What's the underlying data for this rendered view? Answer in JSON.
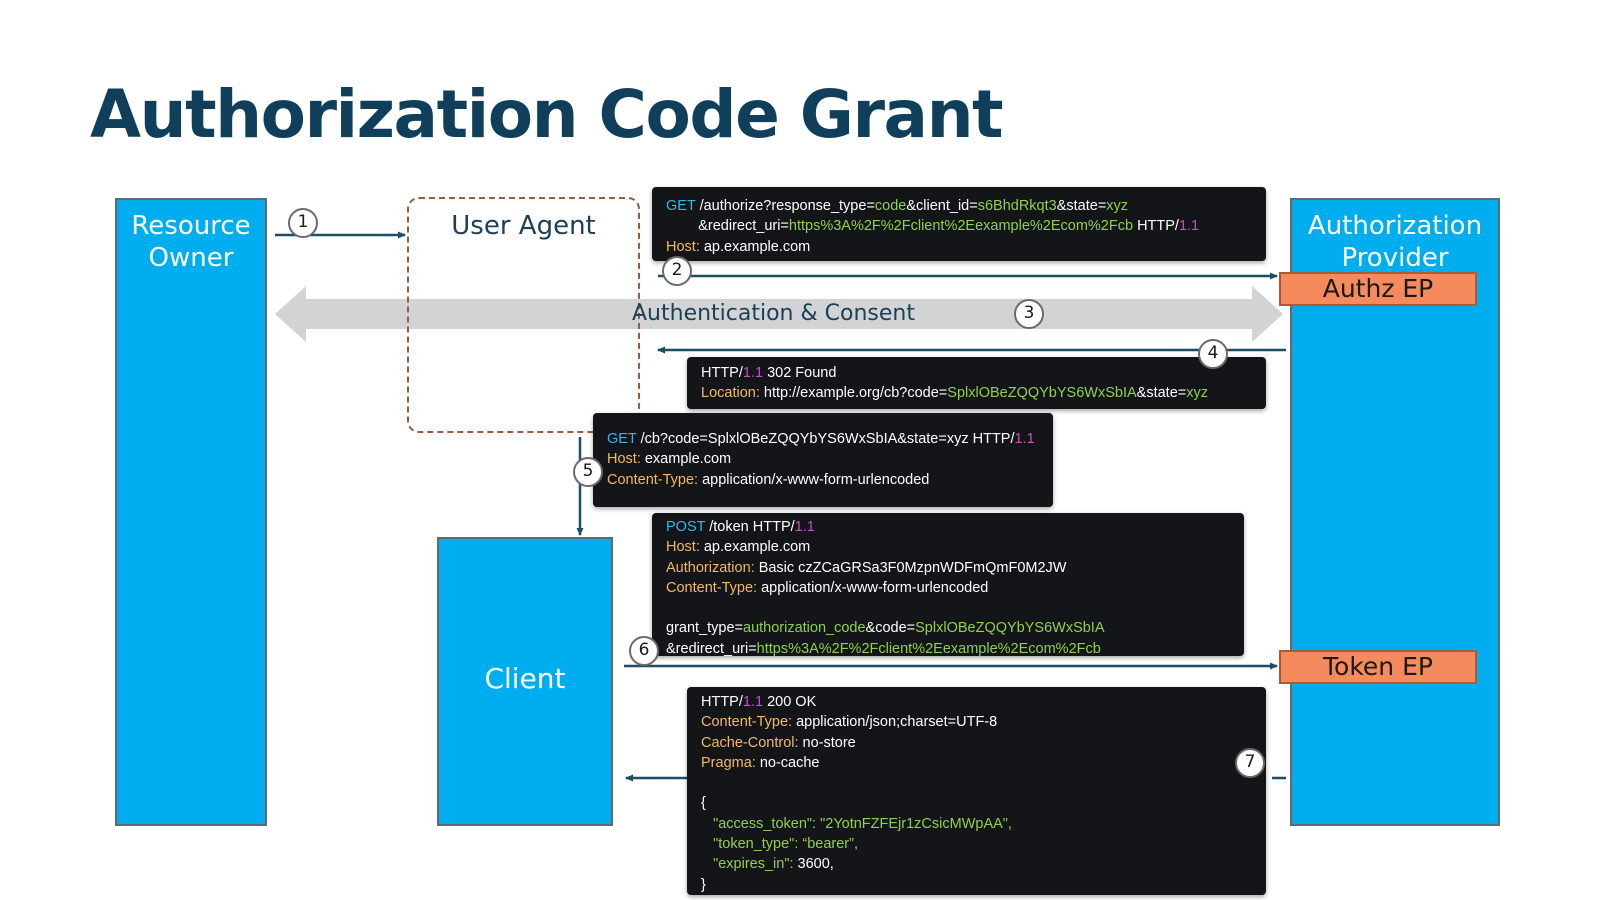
{
  "title": "Authorization Code Grant",
  "actors": {
    "resource_owner": [
      "Resource",
      "Owner"
    ],
    "user_agent": "User Agent",
    "client": "Client",
    "authorization_provider": [
      "Authorization",
      "Provider"
    ]
  },
  "endpoints": {
    "authz": "Authz EP",
    "token": "Token EP"
  },
  "consent_label": "Authentication & Consent",
  "steps": [
    "1",
    "2",
    "3",
    "4",
    "5",
    "6",
    "7"
  ],
  "messages": {
    "authorize_request": [
      [
        {
          "t": "GET",
          "c": "m"
        },
        {
          "t": " /authorize?response_type=",
          "c": "w"
        },
        {
          "t": "code",
          "c": "g"
        },
        {
          "t": "&client_id=",
          "c": "w"
        },
        {
          "t": "s6BhdRkqt3",
          "c": "g"
        },
        {
          "t": "&state=",
          "c": "w"
        },
        {
          "t": "xyz",
          "c": "g"
        }
      ],
      [
        {
          "t": "        &redirect_uri=",
          "c": "w"
        },
        {
          "t": "https%3A%2F%2Fclient%2Eexample%2Ecom%2Fcb",
          "c": "g"
        },
        {
          "t": " HTTP/",
          "c": "w"
        },
        {
          "t": "1.1",
          "c": "n"
        }
      ],
      [
        {
          "t": "Host:",
          "c": "k"
        },
        {
          "t": " ap.example.com",
          "c": "w"
        }
      ]
    ],
    "redirect_response": [
      [
        {
          "t": "HTTP/",
          "c": "w"
        },
        {
          "t": "1.1",
          "c": "n"
        },
        {
          "t": " 302 Found",
          "c": "w"
        }
      ],
      [
        {
          "t": "Location:",
          "c": "k"
        },
        {
          "t": " http://example.org/cb?",
          "c": "w"
        },
        {
          "t": "code=",
          "c": "w"
        },
        {
          "t": "SplxlOBeZQQYbYS6WxSbIA",
          "c": "g"
        },
        {
          "t": "&state=",
          "c": "w"
        },
        {
          "t": "xyz",
          "c": "g"
        }
      ]
    ],
    "callback_request": [
      [
        {
          "t": "GET",
          "c": "m"
        },
        {
          "t": " /cb?code=SplxlOBeZQQYbYS6WxSbIA&state=xyz HTTP/",
          "c": "w"
        },
        {
          "t": "1.1",
          "c": "n"
        }
      ],
      [
        {
          "t": "Host:",
          "c": "k"
        },
        {
          "t": " example.com",
          "c": "w"
        }
      ],
      [
        {
          "t": "Content-Type:",
          "c": "k"
        },
        {
          "t": " application/x-www-form-urlencoded",
          "c": "w"
        }
      ]
    ],
    "token_request": [
      [
        {
          "t": "POST",
          "c": "m"
        },
        {
          "t": " /token HTTP/",
          "c": "w"
        },
        {
          "t": "1.1",
          "c": "n"
        }
      ],
      [
        {
          "t": "Host:",
          "c": "k"
        },
        {
          "t": " ap.example.com",
          "c": "w"
        }
      ],
      [
        {
          "t": "Authorization:",
          "c": "k"
        },
        {
          "t": " Basic czZCaGRSa3F0MzpnWDFmQmF0M2JW",
          "c": "w"
        }
      ],
      [
        {
          "t": "Content-Type:",
          "c": "k"
        },
        {
          "t": " application/x-www-form-urlencoded",
          "c": "w"
        }
      ],
      [],
      [
        {
          "t": "grant_type=",
          "c": "w"
        },
        {
          "t": "authorization_code",
          "c": "g"
        },
        {
          "t": "&code=",
          "c": "w"
        },
        {
          "t": "SplxlOBeZQQYbYS6WxSbIA",
          "c": "g"
        }
      ],
      [
        {
          "t": "&redirect_uri=",
          "c": "w"
        },
        {
          "t": "https%3A%2F%2Fclient%2Eexample%2Ecom%2Fcb",
          "c": "g"
        }
      ]
    ],
    "token_response": [
      [
        {
          "t": "HTTP/",
          "c": "w"
        },
        {
          "t": "1.1",
          "c": "n"
        },
        {
          "t": " 200 OK",
          "c": "w"
        }
      ],
      [
        {
          "t": "Content-Type:",
          "c": "k"
        },
        {
          "t": " application/json;charset=UTF-8",
          "c": "w"
        }
      ],
      [
        {
          "t": "Cache-Control:",
          "c": "k"
        },
        {
          "t": " no-store",
          "c": "w"
        }
      ],
      [
        {
          "t": "Pragma:",
          "c": "k"
        },
        {
          "t": " no-cache",
          "c": "w"
        }
      ],
      [],
      [
        {
          "t": "{",
          "c": "w"
        }
      ],
      [
        {
          "t": "   \"access_token\": \"2YotnFZFEjr1zCsicMWpAA\",",
          "c": "g"
        }
      ],
      [
        {
          "t": "   \"token_type\": “bearer”,",
          "c": "g"
        }
      ],
      [
        {
          "t": "   \"expires_in\": ",
          "c": "g"
        },
        {
          "t": "3600,",
          "c": "w"
        }
      ],
      [
        {
          "t": "}",
          "c": "w"
        }
      ]
    ]
  },
  "colors": {
    "title": "#0f3f5b",
    "actor_fill": "#00adef",
    "endpoint_fill": "#f58b5c",
    "arrow": "#1c4f66",
    "consent_band": "#d1d3d4",
    "code_bg": "#141518",
    "code_method": "#37b6ee",
    "code_header": "#f1b969",
    "code_version": "#c84fc5",
    "code_value": "#8fd14f"
  }
}
